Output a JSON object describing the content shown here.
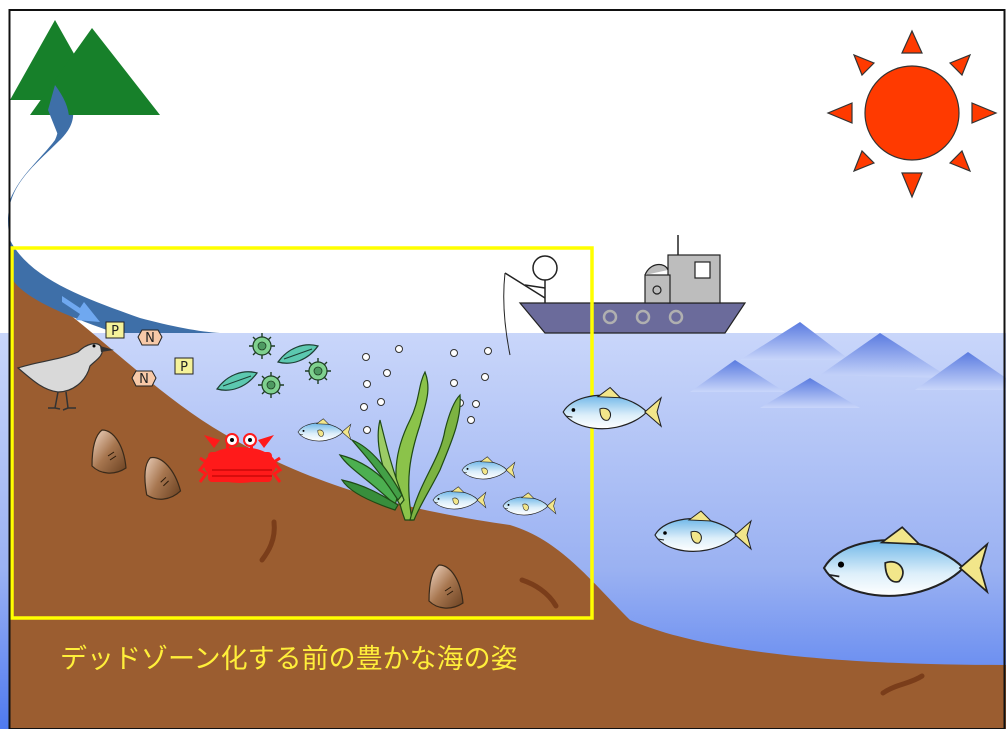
{
  "caption": "デッドゾーン化する前の豊かな海の姿",
  "nutrients": {
    "phosphorus_label": "P",
    "nitrogen_label": "N"
  },
  "colors": {
    "caption": "#FFEF3A",
    "highlight_frame": "#FFFF00",
    "sky": "#FFFFFF",
    "seabed": "#9B5D30",
    "sun": "#FF3A00",
    "river": "#3E6FA8",
    "boat": "#6B6B9B"
  },
  "icons": [
    "mountain-icon",
    "river-icon",
    "sun-icon",
    "fishing-boat-icon",
    "fisherman-icon",
    "shorebird-icon",
    "crab-icon",
    "fish-icon",
    "seaweed-icon",
    "shell-icon",
    "worm-icon",
    "plankton-icon",
    "bubble-icon",
    "nutrient-icon"
  ]
}
